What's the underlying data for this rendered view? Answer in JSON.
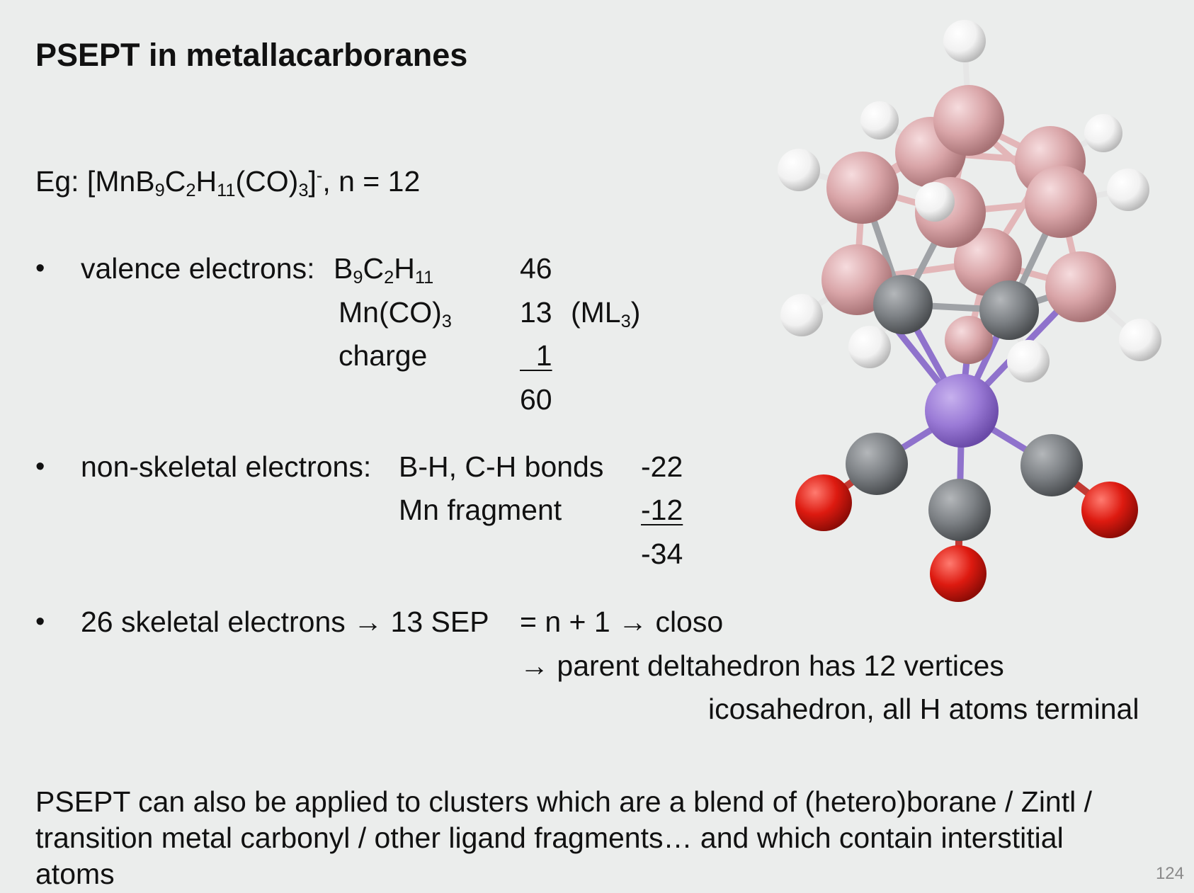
{
  "title": "PSEPT in metallacarboranes",
  "example": {
    "prefix": "Eg: [MnB",
    "s1": "9",
    "t1": "C",
    "s2": "2",
    "t2": "H",
    "s3": "11",
    "t3": "(CO)",
    "s4": "3",
    "t4": "]",
    "charge_sup": "-",
    "suffix": ", n = 12"
  },
  "bullet_char": "•",
  "valence": {
    "label": "valence electrons:",
    "r1_a": "B",
    "r1_s1": "9",
    "r1_b": "C",
    "r1_s2": "2",
    "r1_c": "H",
    "r1_s3": "11",
    "r1_value": "46",
    "r2_a": "Mn(CO)",
    "r2_s": "3",
    "r2_value": "13",
    "r2_note_a": "(ML",
    "r2_note_s": "3",
    "r2_note_b": ")",
    "r3_label": "charge",
    "r3_value": "  1",
    "total": "60"
  },
  "nonskeletal": {
    "label": "non-skeletal electrons:",
    "r1_label": "B-H, C-H bonds",
    "r1_value": "-22",
    "r2_label": "Mn fragment",
    "r2_value": "-12",
    "total": "-34"
  },
  "skeletal": {
    "line1": "26 skeletal electrons → 13 SEP",
    "line1b": "= n + 1 → closo",
    "line2": "→ parent deltahedron has 12 vertices",
    "line3": "icosahedron, all H atoms terminal"
  },
  "footer": {
    "line1": "PSEPT can also be applied to clusters which are a blend of (hetero)borane / Zintl /",
    "line2": "transition metal carbonyl / other ligand fragments… and which contain interstitial",
    "line3": "atoms"
  },
  "page_number": "124",
  "colors": {
    "boron": "#d9a5a8",
    "hydrogen": "#ffffff",
    "carbon": "#7d8185",
    "manganese": "#9a7ad6",
    "oxygen": "#dd1a10",
    "background": "#ebedec"
  }
}
